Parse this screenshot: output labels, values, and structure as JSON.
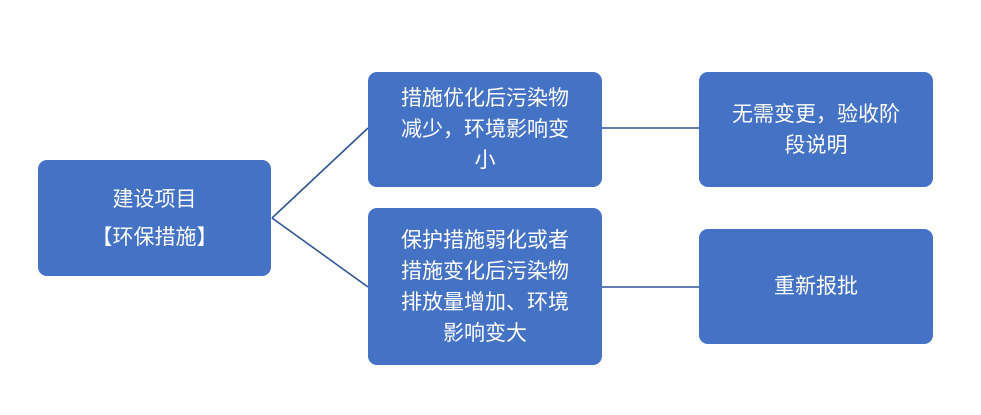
{
  "diagram": {
    "root": {
      "lines": [
        "建设项目",
        "【环保措施】"
      ]
    },
    "branches": [
      {
        "condition_lines": [
          "措施优化后污染物",
          "减少，环境影响变",
          "小"
        ],
        "outcome_lines": [
          "无需变更，验收阶",
          "段说明"
        ]
      },
      {
        "condition_lines": [
          "保护措施弱化或者",
          "措施变化后污染物",
          "排放量增加、环境",
          "影响变大"
        ],
        "outcome_lines": [
          "重新报批"
        ]
      }
    ],
    "colors": {
      "box_fill": "#4472C4",
      "box_text": "#FFFFFF",
      "connector": "#2F5597"
    }
  }
}
